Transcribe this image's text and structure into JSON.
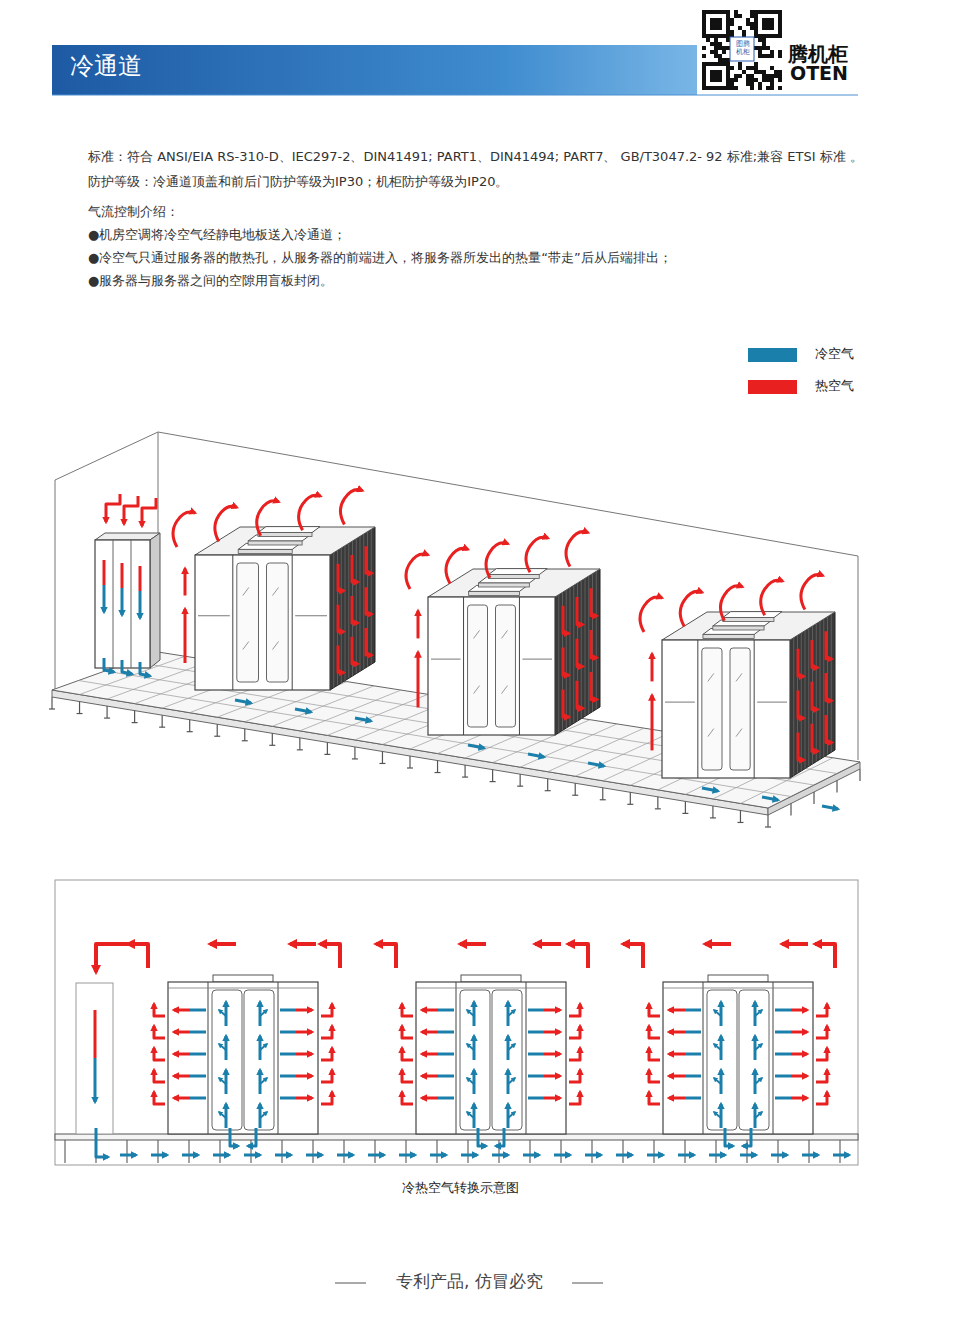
{
  "diagram": {
    "title": "冷通道",
    "caption": "冷热空气转换示意图",
    "labels": [
      "图腾 机柜",
      "腾机柜",
      "OTEN",
      "标准：符合 ANSI/EIA RS-310-D、IEC297-2、DIN41491; PART1、DIN41494; PART7、 GB/T3047.2- 92 标准;兼容 ETSI 标准 。",
      "防护等级：冷通道顶盖和前后门防护等级为IP30；机柜防护等级为IP20。",
      "气流控制介绍：",
      "●机房空调将冷空气经静电地板送入冷通道；",
      "●冷空气只通过服务器的散热孔，从服务器的前端进入，将服务器所发出的热量“带走”后从后端排出；",
      "●服务器与服务器之间的空隙用盲板封闭。",
      "专利产品, 仿冒必究"
    ],
    "legend": [
      {
        "text": "冷空气",
        "color": "#1a7fab"
      },
      {
        "text": "热空气",
        "color": "#e8201f"
      }
    ]
  }
}
